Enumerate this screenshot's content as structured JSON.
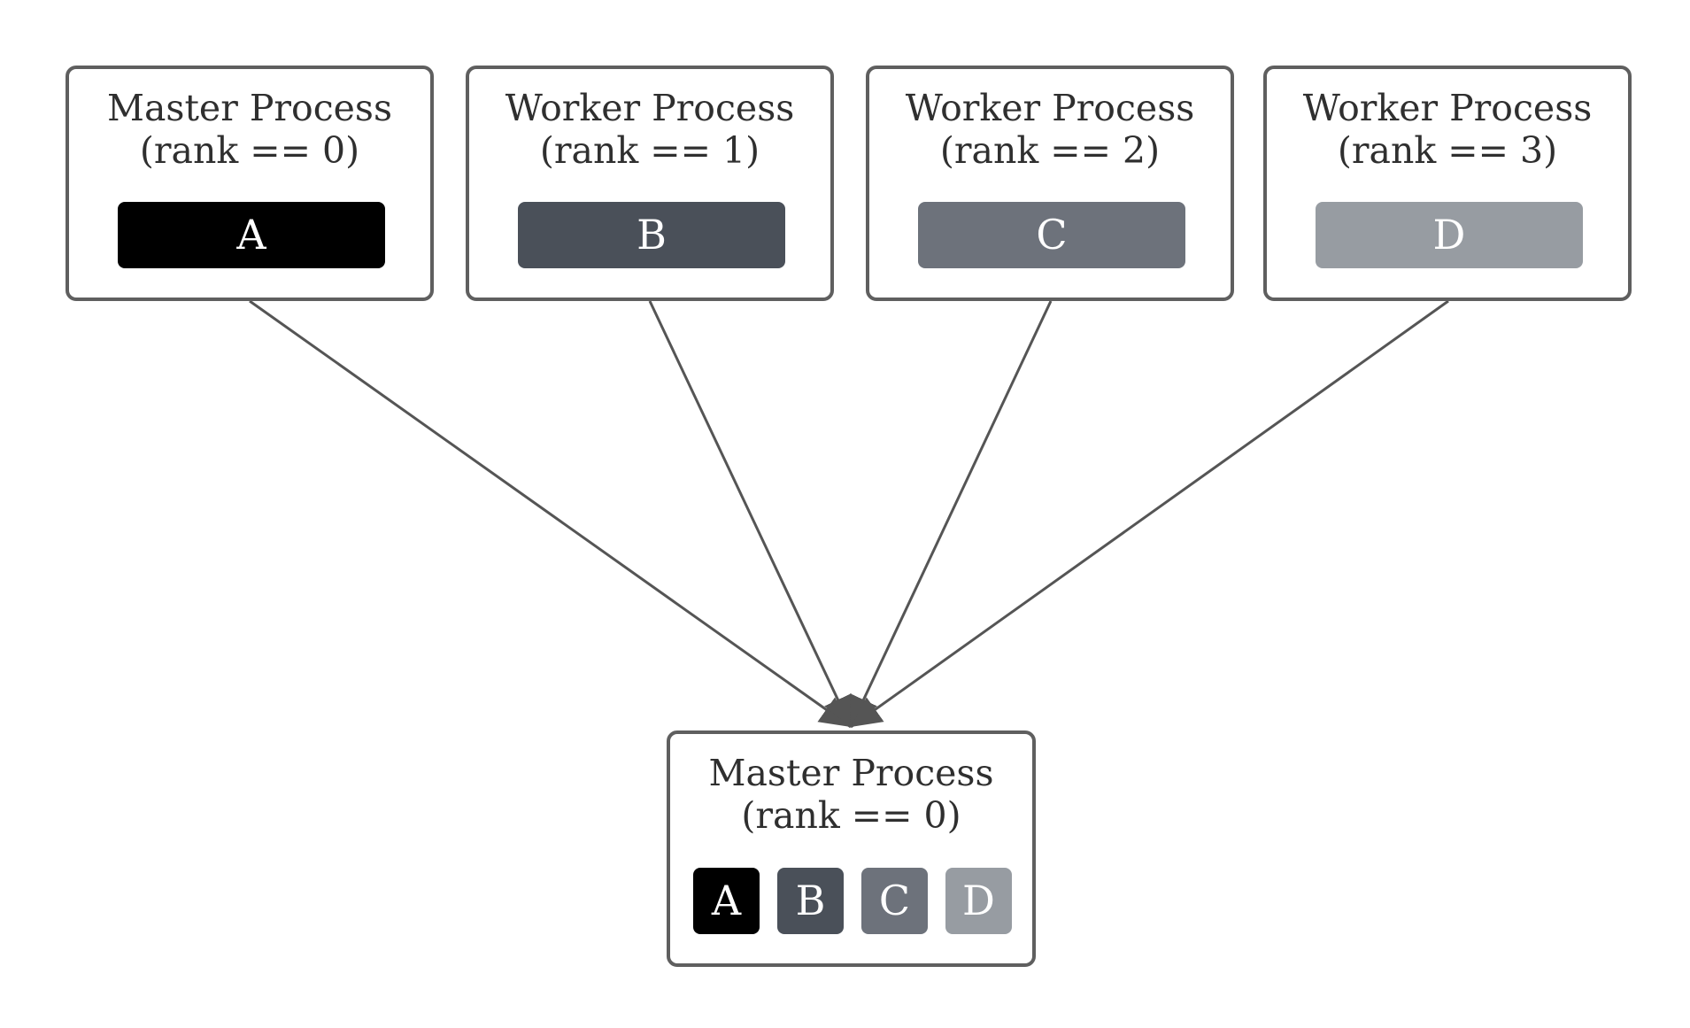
{
  "colors": {
    "border": "#5f5f5f",
    "text": "#2f2f2f",
    "block_a": "#000000",
    "block_b": "#4a5059",
    "block_c": "#6d727b",
    "block_d": "#979ca2",
    "edge": "#555555"
  },
  "sources": [
    {
      "line1": "Master Process",
      "line2": "(rank == 0)",
      "block": "A"
    },
    {
      "line1": "Worker Process",
      "line2": "(rank == 1)",
      "block": "B"
    },
    {
      "line1": "Worker Process",
      "line2": "(rank == 2)",
      "block": "C"
    },
    {
      "line1": "Worker Process",
      "line2": "(rank == 3)",
      "block": "D"
    }
  ],
  "target": {
    "line1": "Master Process",
    "line2": "(rank == 0)",
    "blocks": [
      "A",
      "B",
      "C",
      "D"
    ]
  }
}
